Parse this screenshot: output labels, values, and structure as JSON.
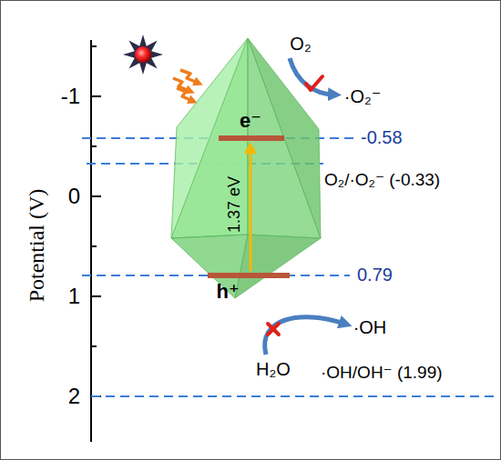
{
  "diagram": {
    "nodes": [
      {
        "text": [
          "e⁻",
          "1.37 eV",
          "h⁺"
        ]
      }
    ],
    "labels": [
      "-1",
      "0",
      "1",
      "2",
      "Potential (V)",
      "-0.58",
      "O₂/·O₂⁻ (-0.33)",
      "0.79",
      "O₂",
      "·O₂⁻",
      "·OH",
      "H₂O",
      "·OH/OH⁻ (1.99)"
    ]
  }
}
